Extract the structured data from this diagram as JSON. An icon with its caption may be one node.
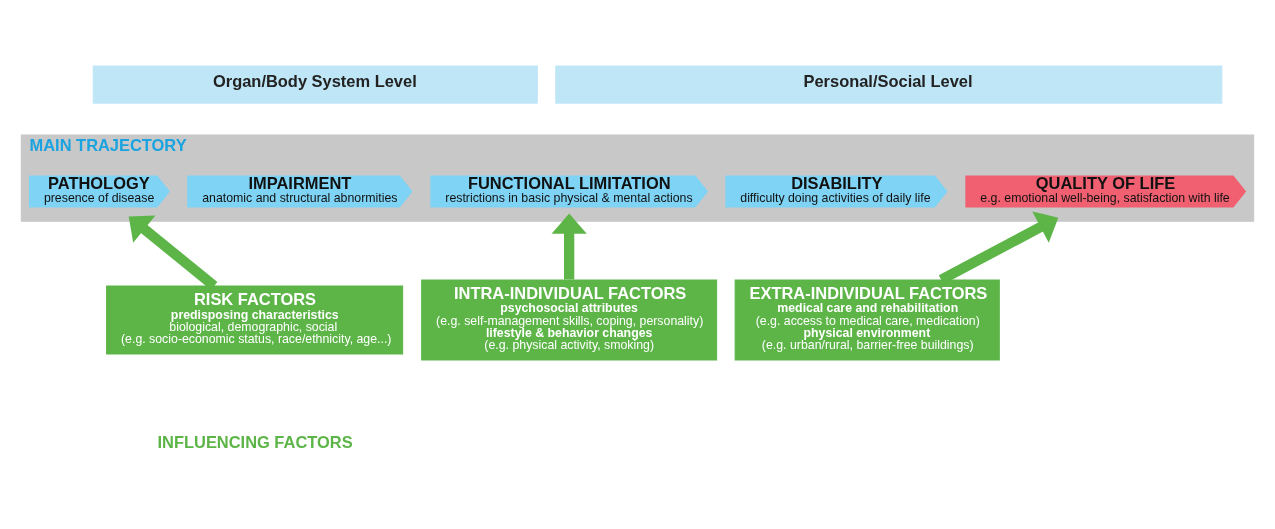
{
  "diagram": {
    "nodes": [
      {
        "text": [
          "Organ/Body System Level"
        ]
      },
      {
        "text": [
          "Personal/Social Level"
        ]
      },
      {
        "text": [
          "MAIN TRAJECTORY"
        ]
      },
      {
        "text": [
          "PATHOLOGY",
          "presence of disease"
        ],
        "in": 2
      },
      {
        "text": [
          "IMPAIRMENT",
          "anatomic and structural abnormities"
        ],
        "in": 2
      },
      {
        "text": [
          "FUNCTIONAL LIMITATION",
          "restrictions in basic physical & mental actions"
        ],
        "in": 2
      },
      {
        "text": [
          "DISABILITY",
          "difficulty doing activities of daily life"
        ],
        "in": 2
      },
      {
        "text": [
          "QUALITY OF LIFE",
          "e.g. emotional well-being, satisfaction with life"
        ],
        "in": 2
      },
      {
        "text": [
          "RISK FACTORS",
          "predisposing characteristics",
          "biological, demographic, social",
          "(e.g. socio-economic status, race/ethnicity, age...)"
        ]
      },
      {
        "text": [
          "INTRA-INDIVIDUAL FACTORS",
          "psychosocial attributes",
          "(e.g. self-management skills, coping, personality)",
          "lifestyle & behavior changes",
          "(e.g. physical activity, smoking)"
        ]
      },
      {
        "text": [
          "EXTRA-INDIVIDUAL FACTORS",
          "medical care and rehabilitation",
          "(e.g. access to medical care, medication)",
          "physical environment",
          "(e.g. urban/rural, barrier-free buildings)"
        ]
      }
    ],
    "edges": [
      {
        "from": 8,
        "to": 2,
        "arrow": "to"
      },
      {
        "from": 9,
        "to": 2,
        "arrow": "to"
      },
      {
        "from": 10,
        "to": 2,
        "arrow": "to"
      }
    ],
    "labels": [
      "INFLUENCING FACTORS"
    ]
  }
}
